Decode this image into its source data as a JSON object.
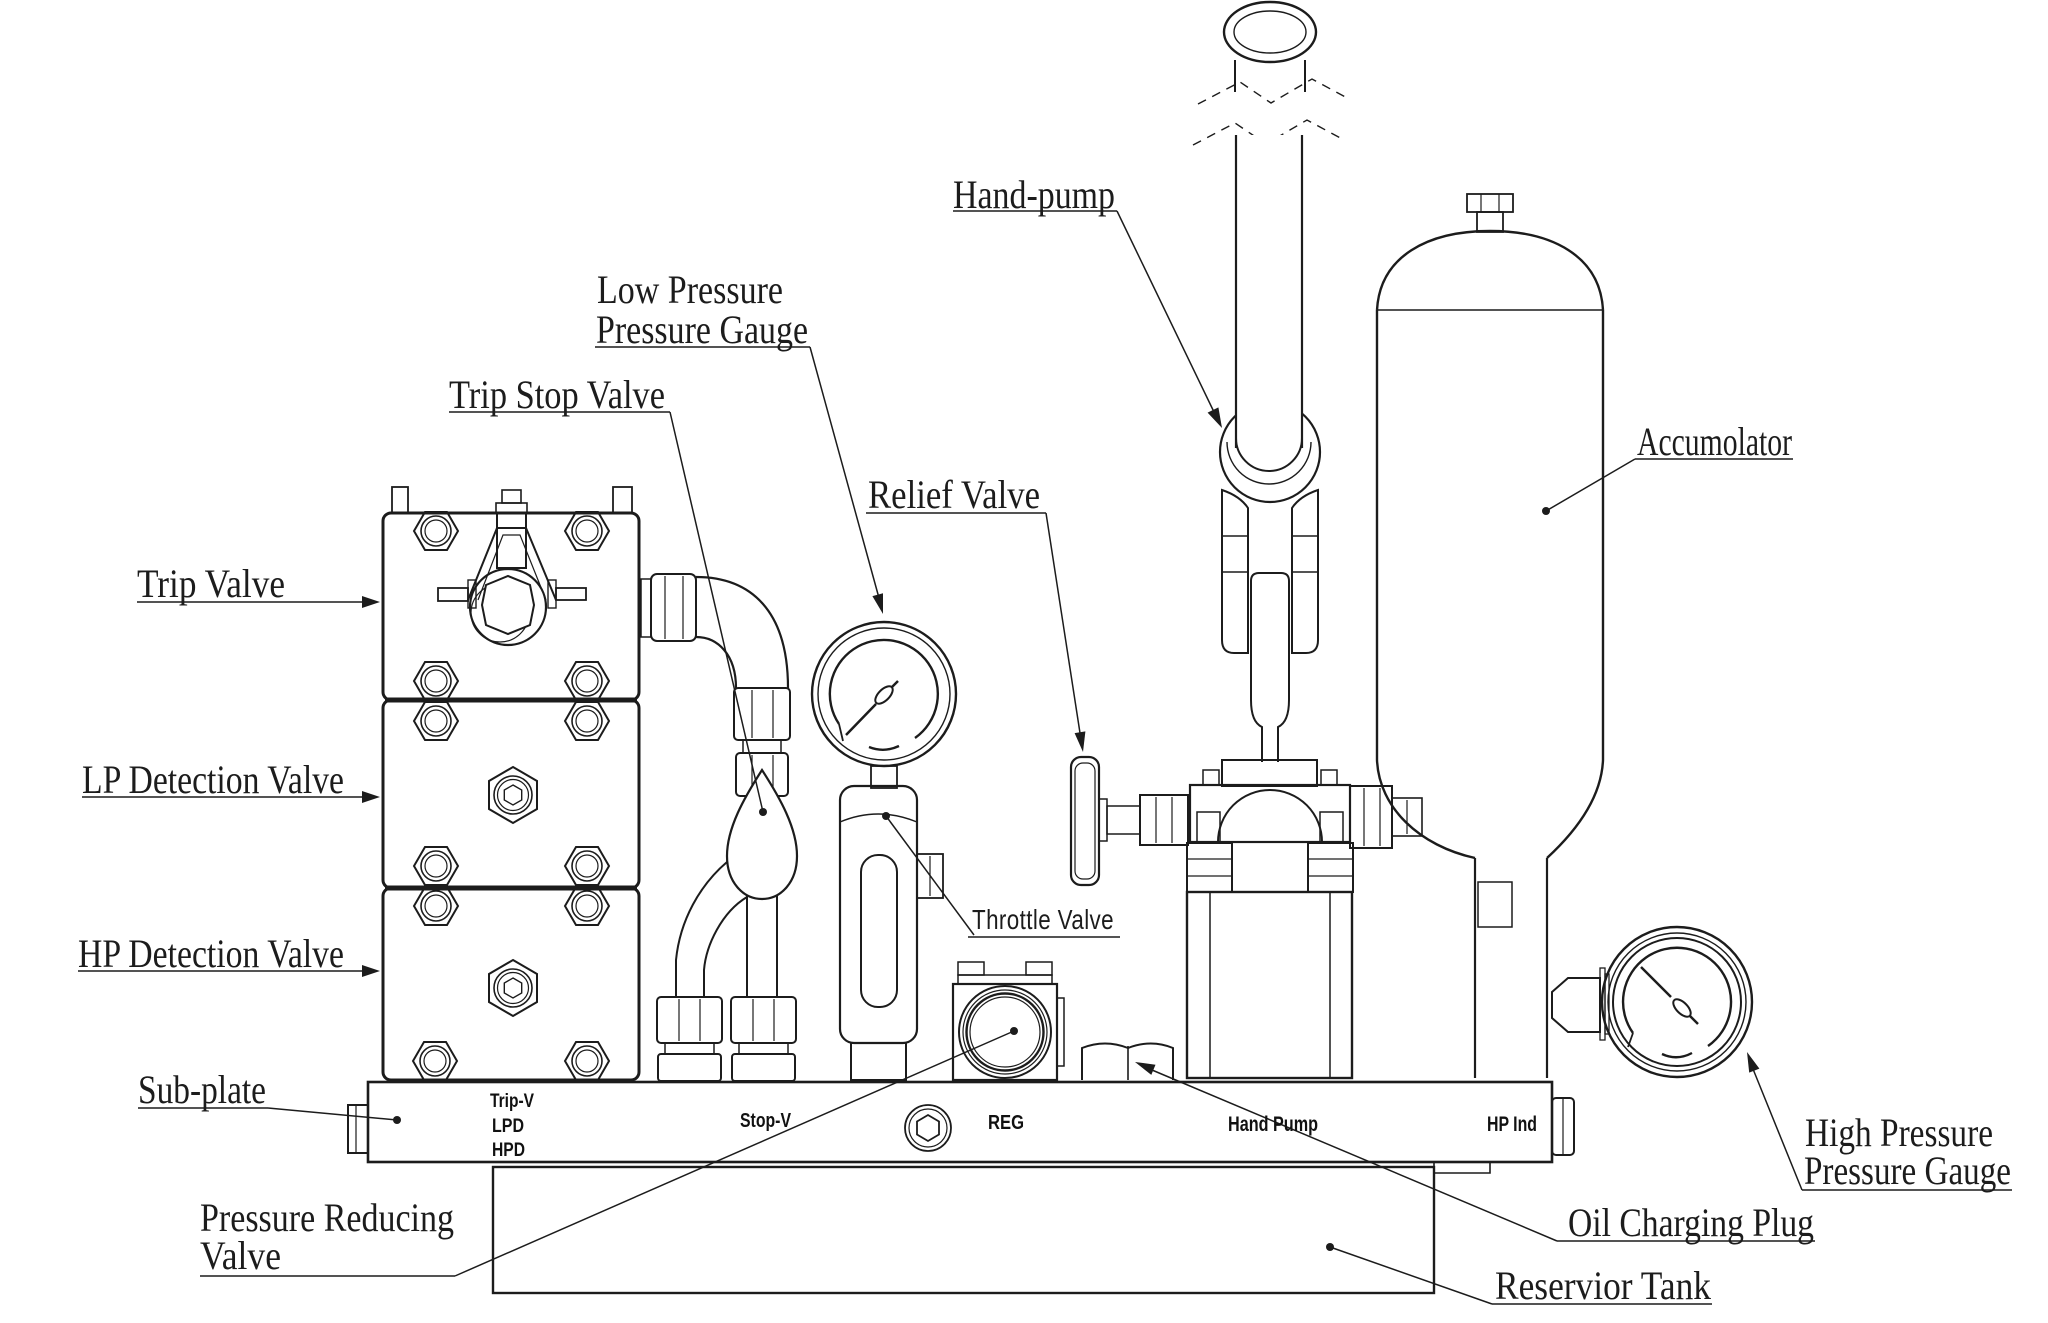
{
  "labels": {
    "hand_pump": "Hand-pump",
    "lp_gauge_line1": "Low Pressure",
    "lp_gauge_line2": "Pressure Gauge",
    "trip_stop_valve": "Trip Stop Valve",
    "relief_valve": "Relief Valve",
    "accumulator": "Accumolator",
    "trip_valve": "Trip Valve",
    "lp_detection_valve": "LP Detection Valve",
    "hp_detection_valve": "HP Detection Valve",
    "throttle_valve": "Throttle Valve",
    "sub_plate": "Sub-plate",
    "pressure_reducing_line1": "Pressure Reducing",
    "pressure_reducing_line2": "Valve",
    "oil_charging_plug": "Oil Charging Plug",
    "hp_gauge_line1": "High Pressure",
    "hp_gauge_line2": "Pressure Gauge",
    "reservoir_tank": "Reservior Tank"
  },
  "plate": {
    "trip_v": "Trip-V",
    "lpd": "LPD",
    "hpd": "HPD",
    "stop_v": "Stop-V",
    "reg": "REG",
    "hand_pump": "Hand Pump",
    "hp_ind": "HP Ind"
  },
  "colors": {
    "line": "#1c1c1c",
    "background": "#ffffff"
  }
}
